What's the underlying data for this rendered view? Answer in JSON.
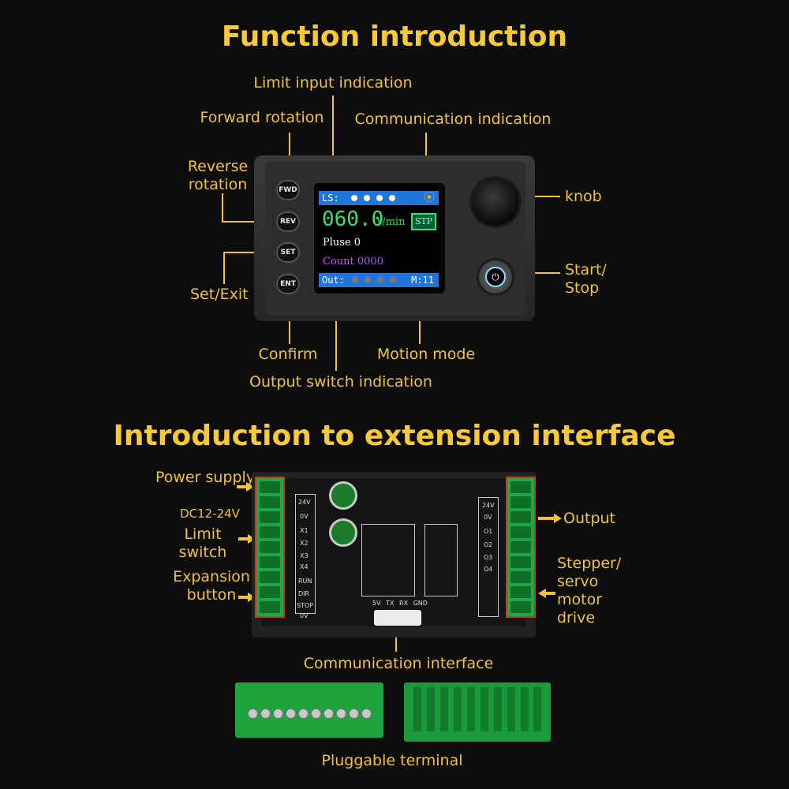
{
  "titles": {
    "function": "Function introduction",
    "extension": "Introduction to extension interface"
  },
  "function_labels": {
    "limit_input": "Limit input indication",
    "forward": "Forward rotation",
    "communication": "Communication indication",
    "reverse": "Reverse rotation",
    "knob": "knob",
    "start_stop": "Start/ Stop",
    "set_exit": "Set/Exit",
    "confirm": "Confirm",
    "motion_mode": "Motion mode",
    "output_switch": "Output switch indication"
  },
  "device": {
    "buttons": [
      "FWD",
      "REV",
      "SET",
      "ENT"
    ],
    "screen": {
      "ls_label": "LS:",
      "speed": "060.0",
      "unit": "r/min",
      "mode_badge": "STP",
      "pulse_label": "Pluse",
      "pulse_value": "0",
      "count_label": "Count",
      "count_value": "0000",
      "out_label": "Out:",
      "mode_label": "M:11"
    }
  },
  "extension_labels": {
    "power_supply": "Power supply",
    "power_voltage": "DC12-24V",
    "limit_switch": "Limit switch",
    "expansion_button": "Expansion button",
    "output": "Output",
    "stepper_drive": "Stepper/ servo motor drive",
    "communication_interface": "Communication interface",
    "pluggable_terminal": "Pluggable terminal"
  },
  "board_silk": {
    "left_pins": [
      "24V",
      "0V",
      "X1",
      "X2",
      "X3",
      "X4",
      "RUN",
      "DIR",
      "STOP",
      "0V"
    ],
    "right_pins": [
      "24V",
      "0V",
      "O1",
      "O2",
      "O3",
      "O4"
    ],
    "comm_pins": "5V TX RX GND"
  },
  "colors": {
    "accent": "#f6c93b",
    "background": "#0d0d0d",
    "terminal_green": "#20a646",
    "screen_bar": "#1f75d8"
  }
}
